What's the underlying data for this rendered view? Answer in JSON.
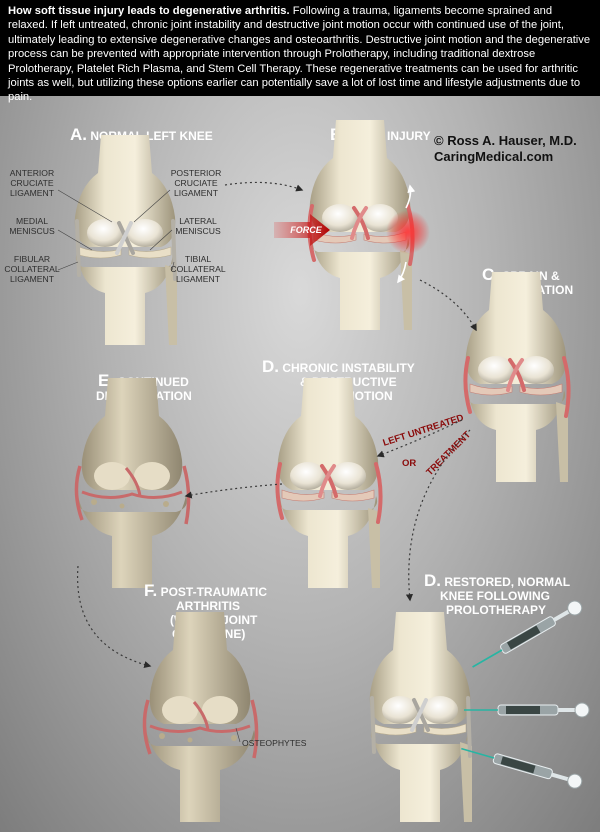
{
  "header": {
    "title": "How soft tissue injury leads to degenerative arthritis.",
    "body": "Following a trauma, ligaments become sprained and relaxed. If left untreated, chronic joint instability and destructive joint motion occur with continued use of the joint, ultimately leading to extensive degenerative changes and osteoarthritis. Destructive joint motion and the degenerative process can be prevented with appropriate intervention through Prolotherapy, including traditional dextrose Prolotherapy, Platelet Rich Plasma, and Stem Cell Therapy. These regenerative treatments can be used for arthritic joints as well, but utilizing these options earlier can potentially save a lot of lost time and lifestyle adjustments due to pain."
  },
  "credit": {
    "line1": "© Ross A. Hauser, M.D.",
    "line2": "CaringMedical.com"
  },
  "panels": {
    "a": {
      "letter": "A.",
      "title": "NORMAL LEFT KNEE",
      "labels": {
        "acl_1": "ANTERIOR",
        "acl_2": "CRUCIATE",
        "acl_3": "LIGAMENT",
        "pcl_1": "POSTERIOR",
        "pcl_2": "CRUCIATE",
        "pcl_3": "LIGAMENT",
        "mm_1": "MEDIAL",
        "mm_2": "MENISCUS",
        "lm_1": "LATERAL",
        "lm_2": "MENISCUS",
        "fcl_1": "FIBULAR",
        "fcl_2": "COLLATERAL",
        "fcl_3": "LIGAMENT",
        "tcl_1": "TIBIAL",
        "tcl_2": "COLLATERAL",
        "tcl_3": "LIGAMENT"
      }
    },
    "b": {
      "letter": "B.",
      "title": "KNEE INJURY",
      "force": "FORCE"
    },
    "c": {
      "letter": "C.",
      "title_1": "SPRAIN &",
      "title_2": "RELAXATION"
    },
    "d": {
      "letter": "D.",
      "title_1": "CHRONIC INSTABILITY",
      "title_2": "& DESTRUCTIVE",
      "title_3": "JOINT MOTION"
    },
    "e": {
      "letter": "E.",
      "title_1": "CONTINUED",
      "title_2": "DEGENERATION"
    },
    "f": {
      "letter": "F.",
      "title_1": "POST-TRAUMATIC",
      "title_2": "ARTHRITIS",
      "title_3": "(WHOLE JOINT",
      "title_4": "GANGRENE)",
      "osteophytes": "OSTEOPHYTES"
    },
    "d2": {
      "letter": "D.",
      "title_1": "RESTORED, NORMAL",
      "title_2": "KNEE FOLLOWING",
      "title_3": "PROLOTHERAPY"
    }
  },
  "paths": {
    "left_untreated": "LEFT UNTREATED",
    "or": "OR",
    "treatment": "TREATMENT"
  }
}
